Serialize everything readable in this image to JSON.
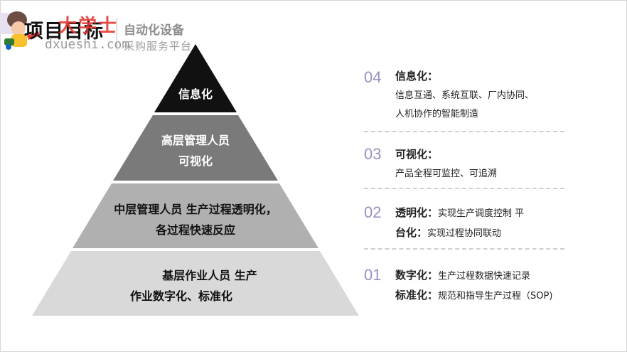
{
  "header": {
    "title": "项目目标",
    "brand_name": "大学士",
    "brand_domain": "dxueshi.com",
    "brand_tagline_1": "自动化设备",
    "brand_tagline_2": "采购服务平台"
  },
  "pyramid": {
    "levels": [
      {
        "line1": "信息化",
        "line2": "",
        "fill": "#111111"
      },
      {
        "line1": "高层管理人员",
        "line2": "可视化",
        "fill": "#7a7a7a"
      },
      {
        "line1": "中层管理人员 生产过程透明化，",
        "line2": "各过程快速反应",
        "fill": "#b0b0b0"
      },
      {
        "line1": "基层作业人员 生产",
        "line2": "作业数字化、标准化",
        "fill": "#d9d9d9"
      }
    ]
  },
  "items": [
    {
      "num": "04",
      "line1_label": "信息化：",
      "line1_text": "",
      "line2": "信息互通、系统互联、厂内协同、",
      "line3": "人机协作的智能制造"
    },
    {
      "num": "03",
      "line1_label": "可视化：",
      "line1_text": "",
      "line2": "产品全程可监控、可追溯",
      "line3": ""
    },
    {
      "num": "02",
      "line1_label": "透明化：",
      "line1_text": "实现生产调度控制 平",
      "line2_label": "台化：",
      "line2_text": "实现过程协同联动"
    },
    {
      "num": "01",
      "line1_label": "数字化：",
      "line1_text": "生产过程数据快速记录",
      "line2_label": "标准化：",
      "line2_text": "规范和指导生产过程（SOP)"
    }
  ],
  "colors": {
    "number": "#9b8fc2",
    "accent_red": "#e53935",
    "dash": "#cfcfcf"
  }
}
